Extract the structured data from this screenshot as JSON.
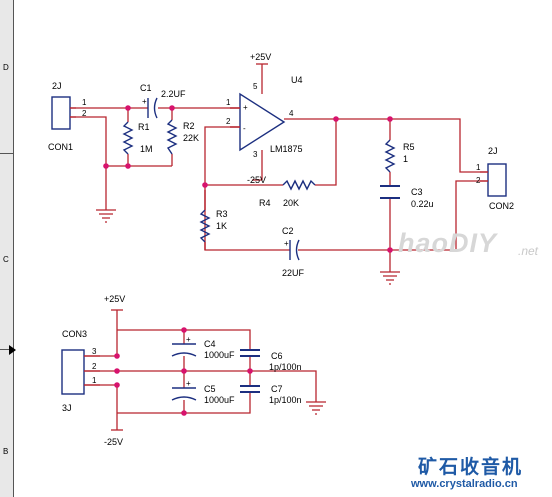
{
  "frame": {
    "zones": [
      "D",
      "C",
      "B"
    ]
  },
  "connectors": {
    "con1": {
      "ref": "CON1",
      "type": "2J",
      "pins": [
        "1",
        "2"
      ]
    },
    "con2": {
      "ref": "CON2",
      "type": "2J",
      "pins": [
        "1",
        "2"
      ]
    },
    "con3": {
      "ref": "CON3",
      "type": "3J",
      "pins": [
        "3",
        "2",
        "1"
      ]
    }
  },
  "parts": {
    "c1": {
      "ref": "C1",
      "value": "2.2UF",
      "plus": "+"
    },
    "r1": {
      "ref": "R1",
      "value": "1M"
    },
    "r2": {
      "ref": "R2",
      "value": "22K"
    },
    "u4": {
      "ref": "U4",
      "value": "LM1875",
      "pins": [
        "1",
        "2",
        "3",
        "4",
        "5"
      ],
      "plus": "+",
      "minus": "-"
    },
    "r4": {
      "ref": "R4",
      "value": "20K"
    },
    "r3": {
      "ref": "R3",
      "value": "1K"
    },
    "c2": {
      "ref": "C2",
      "value": "22UF",
      "plus": "+"
    },
    "r5": {
      "ref": "R5",
      "value": "1"
    },
    "c3": {
      "ref": "C3",
      "value": "0.22u"
    },
    "c4": {
      "ref": "C4",
      "value": "1000uF",
      "plus": "+"
    },
    "c5": {
      "ref": "C5",
      "value": "1000uF",
      "plus": "+"
    },
    "c6": {
      "ref": "C6",
      "value": "1p/100n"
    },
    "c7": {
      "ref": "C7",
      "value": "1p/100n"
    }
  },
  "rails": {
    "vpos": "+25V",
    "vneg": "-25V"
  },
  "watermark": {
    "brand": "haoDIY",
    "suffix": ".net",
    "site_cn": "矿石收音机",
    "site_url": "www.crystalradio.cn"
  },
  "colors": {
    "wire": "#b8252f",
    "body": "#1c2f80",
    "junction": "#d7136d",
    "text": "#000000"
  }
}
